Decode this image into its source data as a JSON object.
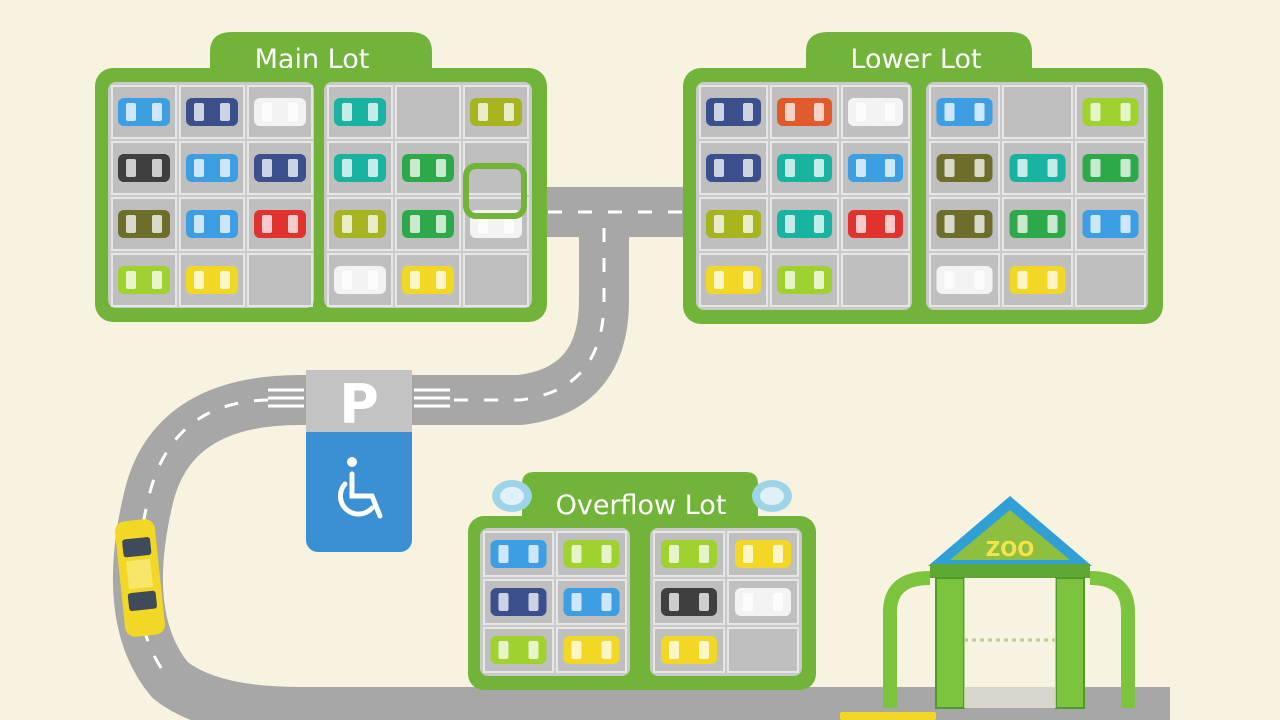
{
  "lots": {
    "main": {
      "title": "Main Lot"
    },
    "lower": {
      "title": "Lower Lot"
    },
    "overflow": {
      "title": "Overflow Lot"
    }
  },
  "accessible_parking": {
    "sign_letter": "P",
    "symbol": "wheelchair-icon"
  },
  "entrance": {
    "sign": "ZOO"
  },
  "colors": {
    "background": "#f8f3e1",
    "lot_border": "#72b43a",
    "lot_surface": "#c9c9c9",
    "road": "#a7a7a7",
    "accessible_blue": "#3b8fd3",
    "zoo_roof": "#2f9fd6",
    "zoo_pillar": "#7cc33e"
  },
  "car_colors": {
    "blue": "#3d9ee3",
    "navy": "#3b4f8c",
    "white": "#f3f3f3",
    "teal": "#19b3a2",
    "olive": "#a6b420",
    "charcoal": "#3f3f3f",
    "green": "#2ea94a",
    "lime": "#9fd12f",
    "yellow": "#f2d825",
    "red": "#e03330",
    "orange": "#e2592a",
    "oliveDark": "#6d6d2c",
    "empty": "#cfcfcf"
  },
  "spaces": {
    "main_left": [
      "blue",
      "navy",
      "white",
      "charcoal",
      "blue",
      "navy",
      "oliveDark",
      "blue",
      "red",
      "lime",
      "yellow",
      "empty"
    ],
    "main_right": [
      "teal",
      "empty",
      "olive",
      "teal",
      "green",
      "empty",
      "olive",
      "green",
      "white",
      "white",
      "yellow",
      "empty"
    ],
    "lower_left": [
      "navy",
      "orange",
      "white",
      "navy",
      "teal",
      "blue",
      "olive",
      "teal",
      "red",
      "yellow",
      "lime",
      "empty"
    ],
    "lower_right": [
      "blue",
      "empty",
      "lime",
      "oliveDark",
      "teal",
      "green",
      "oliveDark",
      "green",
      "blue",
      "white",
      "yellow",
      "empty"
    ],
    "overflow_left": [
      "blue",
      "lime",
      "navy",
      "blue",
      "lime",
      "yellow"
    ],
    "overflow_right": [
      "lime",
      "yellow",
      "charcoal",
      "white",
      "yellow",
      "empty"
    ]
  }
}
